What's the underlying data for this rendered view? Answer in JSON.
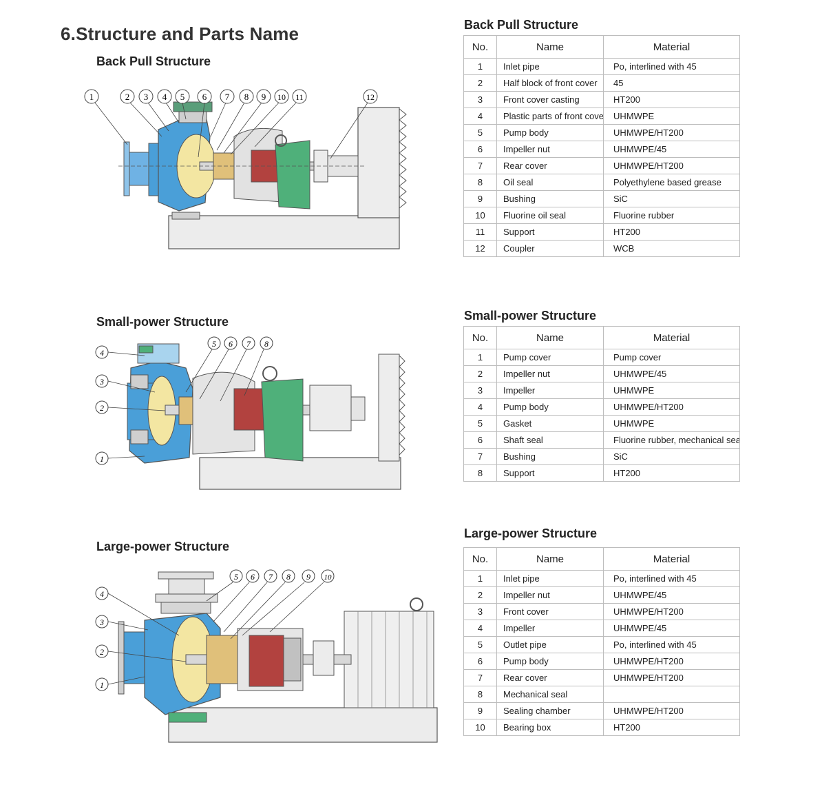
{
  "page": {
    "heading": "6.Structure and Parts Name",
    "columns": {
      "no": "No.",
      "name": "Name",
      "material": "Material"
    }
  },
  "sections": {
    "back_pull": {
      "diagram_title": "Back Pull Structure",
      "table_title": "Back Pull Structure",
      "callouts": [
        "1",
        "2",
        "3",
        "4",
        "5",
        "6",
        "7",
        "8",
        "9",
        "10",
        "11",
        "12"
      ],
      "rows": [
        {
          "no": "1",
          "name": "Inlet pipe",
          "material": "Po, interlined with 45"
        },
        {
          "no": "2",
          "name": "Half block of front cover",
          "material": "45"
        },
        {
          "no": "3",
          "name": "Front cover casting",
          "material": "HT200"
        },
        {
          "no": "4",
          "name": "Plastic parts of front cover",
          "material": "UHMWPE"
        },
        {
          "no": "5",
          "name": "Pump body",
          "material": "UHMWPE/HT200"
        },
        {
          "no": "6",
          "name": "Impeller nut",
          "material": "UHMWPE/45"
        },
        {
          "no": "7",
          "name": "Rear cover",
          "material": "UHMWPE/HT200"
        },
        {
          "no": "8",
          "name": "Oil seal",
          "material": "Polyethylene based grease"
        },
        {
          "no": "9",
          "name": "Bushing",
          "material": "SiC"
        },
        {
          "no": "10",
          "name": "Fluorine oil seal",
          "material": "Fluorine rubber"
        },
        {
          "no": "11",
          "name": "Support",
          "material": "HT200"
        },
        {
          "no": "12",
          "name": "Coupler",
          "material": "WCB"
        }
      ]
    },
    "small_power": {
      "diagram_title": "Small-power Structure",
      "table_title": "Small-power Structure",
      "callouts": [
        "1",
        "2",
        "3",
        "4",
        "5",
        "6",
        "7",
        "8"
      ],
      "rows": [
        {
          "no": "1",
          "name": "Pump cover",
          "material": "Pump cover"
        },
        {
          "no": "2",
          "name": "Impeller nut",
          "material": "UHMWPE/45"
        },
        {
          "no": "3",
          "name": "Impeller",
          "material": "UHMWPE"
        },
        {
          "no": "4",
          "name": "Pump body",
          "material": "UHMWPE/HT200"
        },
        {
          "no": "5",
          "name": "Gasket",
          "material": "UHMWPE"
        },
        {
          "no": "6",
          "name": "Shaft seal",
          "material": "Fluorine rubber, mechanical seal"
        },
        {
          "no": "7",
          "name": "Bushing",
          "material": "SiC"
        },
        {
          "no": "8",
          "name": "Support",
          "material": "HT200"
        }
      ]
    },
    "large_power": {
      "diagram_title": "Large-power Structure",
      "table_title": "Large-power Structure",
      "callouts": [
        "1",
        "2",
        "3",
        "4",
        "5",
        "6",
        "7",
        "8",
        "9",
        "10"
      ],
      "rows": [
        {
          "no": "1",
          "name": "Inlet pipe",
          "material": "Po, interlined with 45"
        },
        {
          "no": "2",
          "name": "Impeller nut",
          "material": "UHMWPE/45"
        },
        {
          "no": "3",
          "name": "Front cover",
          "material": "UHMWPE/HT200"
        },
        {
          "no": "4",
          "name": "Impeller",
          "material": "UHMWPE/45"
        },
        {
          "no": "5",
          "name": "Outlet pipe",
          "material": "Po, interlined with 45"
        },
        {
          "no": "6",
          "name": "Pump body",
          "material": "UHMWPE/HT200"
        },
        {
          "no": "7",
          "name": "Rear cover",
          "material": "UHMWPE/HT200"
        },
        {
          "no": "8",
          "name": "Mechanical seal",
          "material": ""
        },
        {
          "no": "9",
          "name": "Sealing chamber",
          "material": "UHMWPE/HT200"
        },
        {
          "no": "10",
          "name": "Bearing box",
          "material": "HT200"
        }
      ]
    }
  },
  "colors": {
    "blue": "#4a9fd8",
    "light_blue": "#a9d4ee",
    "yellow": "#f3e6a2",
    "green": "#4fb07a",
    "red": "#b2423f",
    "gray": "#cfcfcf",
    "outline": "#555555"
  }
}
